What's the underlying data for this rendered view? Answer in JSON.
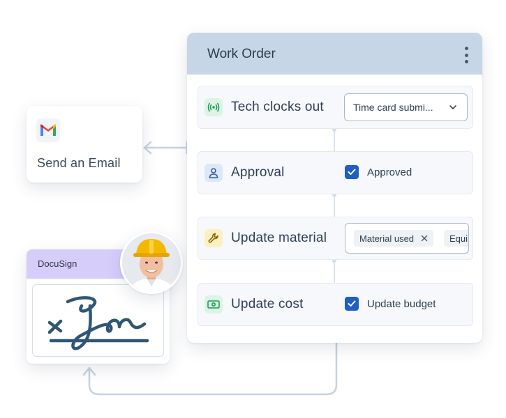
{
  "email": {
    "label": "Send an Email",
    "icon": "gmail-icon"
  },
  "docusign": {
    "title": "DocuSign",
    "avatar": "worker-avatar"
  },
  "work_order": {
    "title": "Work Order",
    "menu_icon": "more-vertical-icon",
    "rows": [
      {
        "label": "Tech clocks out",
        "icon": "signal-icon",
        "control": "select",
        "value": "Time card submi..."
      },
      {
        "label": "Approval",
        "icon": "user-icon",
        "control": "checkbox",
        "value": "Approved"
      },
      {
        "label": "Update material",
        "icon": "wrench-icon",
        "control": "tags",
        "tags": [
          "Material used",
          "Equi"
        ]
      },
      {
        "label": "Update cost",
        "icon": "cash-icon",
        "control": "checkbox",
        "value": "Update budget"
      }
    ]
  },
  "colors": {
    "accent": "#1f5fc4",
    "header": "#c7d6e6",
    "docusign_header": "#d7cdfb",
    "connector": "#c5d2e0"
  }
}
